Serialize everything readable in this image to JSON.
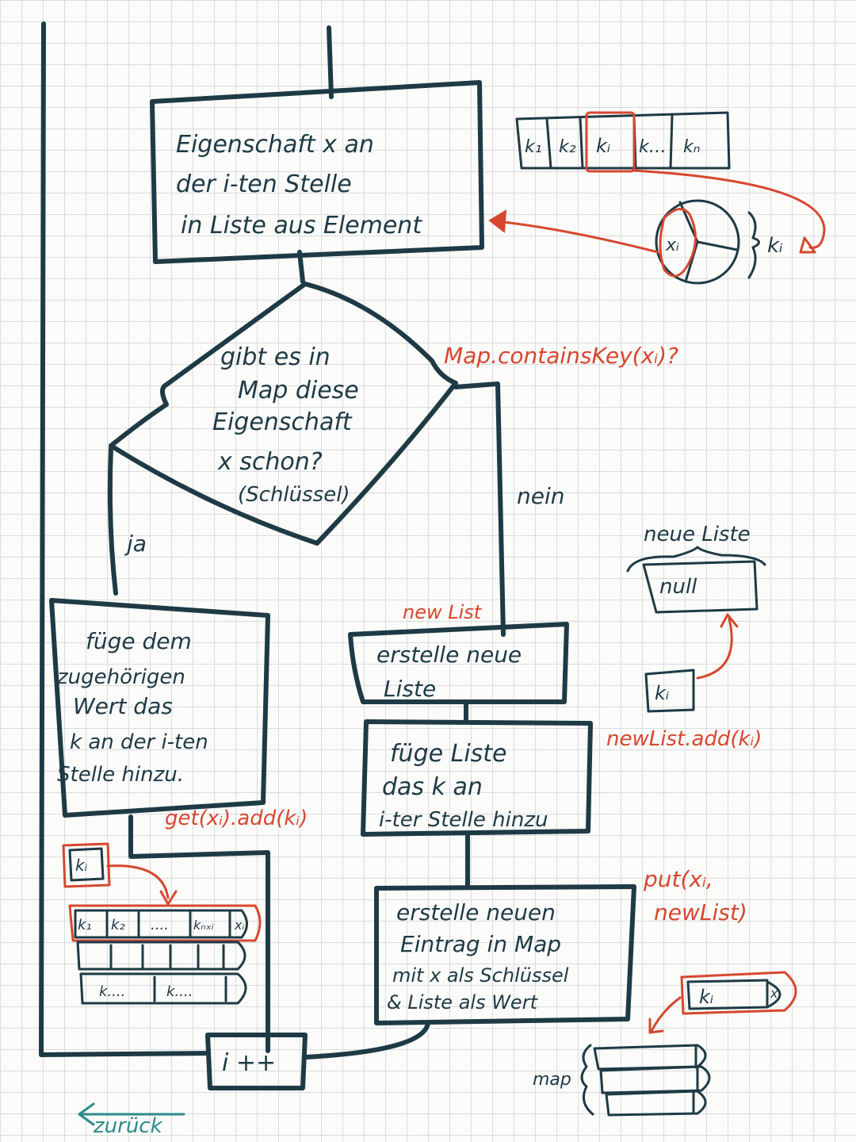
{
  "flow": {
    "box1": [
      "Eigenschaft x an",
      "der i-ten Stelle",
      "in Liste aus Element"
    ],
    "decision": [
      "gibt es in",
      "Map diese",
      "Eigenschaft",
      "x schon?",
      "(Schlüssel)"
    ],
    "yes_label": "ja",
    "no_label": "nein",
    "left_box": [
      "füge dem",
      "zugehörigen",
      "Wert das",
      "k an der i-ten",
      "Stelle hinzu."
    ],
    "create_list": [
      "erstelle neue",
      "Liste"
    ],
    "add_to_list": [
      "füge Liste",
      "das k an",
      "i-ter Stelle hinzu"
    ],
    "create_entry": [
      "erstelle neuen",
      "Eintrag in Map",
      "mit x als Schlüssel",
      "& Liste als Wert"
    ],
    "increment": "i ++",
    "back": "zurück"
  },
  "annotations": {
    "contains_key": "Map.containsKey(xᵢ)?",
    "new_list": "new List",
    "new_list_add": "newList.add(kᵢ)",
    "get_add": "get(xᵢ).add(kᵢ)",
    "put": [
      "put(xᵢ,",
      "newList)"
    ]
  },
  "sketches": {
    "top_array": [
      "k₁",
      "k₂",
      "kᵢ",
      "k…",
      "kₙ"
    ],
    "circle_label": "xᵢ",
    "brace_label": "kᵢ",
    "new_list_title": "neue Liste",
    "null_cell": "null",
    "ki_box": "kᵢ",
    "left_list_cells": [
      "k₁",
      "k₂",
      "....",
      "kₙₓᵢ"
    ],
    "left_list_tag": "xᵢ",
    "left_row3": [
      "k....",
      "k...."
    ],
    "put_key": "kᵢ",
    "put_tag": "xᵢ",
    "map_label": "map"
  },
  "colors": {
    "ink": "#1e3a45",
    "annotation": "#d6472f",
    "back_arrow": "#2f8a8a"
  }
}
